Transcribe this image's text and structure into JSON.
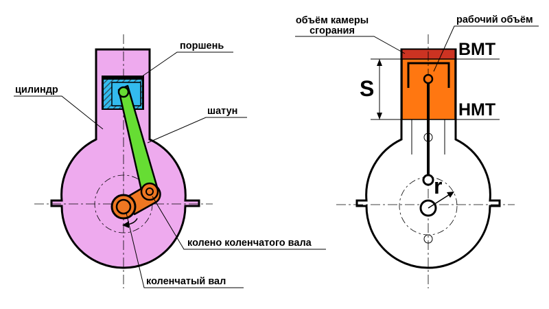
{
  "labels": {
    "cylinder": "цилиндр",
    "piston": "поршень",
    "rod": "шатун",
    "crank_knee": "колено коленчатого вала",
    "crankshaft": "коленчатый вал",
    "chamber_line1": "объём камеры",
    "chamber_line2": "сгорания",
    "working_volume": "рабочий объём",
    "tdc": "ВМТ",
    "bdc": "НМТ",
    "stroke": "S",
    "radius": "r"
  },
  "colors": {
    "body_left": "#eeaaee",
    "piston_fill": "#33bbee",
    "piston_hatch": "#335566",
    "rod_fill": "#66dd33",
    "crank_fill": "#ee7722",
    "chamber_fill": "#cc3322",
    "working_fill": "#ff7711"
  }
}
